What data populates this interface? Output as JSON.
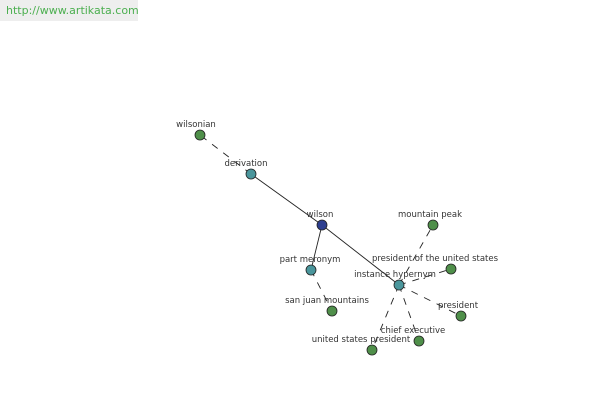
{
  "header": {
    "url": "http://www.artikata.com",
    "url_color": "#4caf50"
  },
  "colors": {
    "center": "#2d3e8f",
    "relation": "#4a969c",
    "leaf": "#4f8f4a"
  },
  "graph": {
    "nodes": [
      {
        "id": "wilson",
        "label": "wilson",
        "kind": "center"
      },
      {
        "id": "derivation",
        "label": "derivation",
        "kind": "relation"
      },
      {
        "id": "wilsonian",
        "label": "wilsonian",
        "kind": "leaf"
      },
      {
        "id": "part_meronym",
        "label": "part meronym",
        "kind": "relation"
      },
      {
        "id": "san_juan",
        "label": "san juan mountains",
        "kind": "leaf"
      },
      {
        "id": "instance_hypernym",
        "label": "instance hypernym",
        "kind": "relation"
      },
      {
        "id": "mountain_peak",
        "label": "mountain peak",
        "kind": "leaf"
      },
      {
        "id": "president_us",
        "label": "president of the united states",
        "kind": "leaf"
      },
      {
        "id": "president",
        "label": "president",
        "kind": "leaf"
      },
      {
        "id": "chief_executive",
        "label": "chief executive",
        "kind": "leaf"
      },
      {
        "id": "us_president",
        "label": "united states president",
        "kind": "leaf"
      }
    ],
    "edges": [
      {
        "from": "wilson",
        "to": "derivation",
        "style": "solid"
      },
      {
        "from": "wilson",
        "to": "part_meronym",
        "style": "solid"
      },
      {
        "from": "wilson",
        "to": "instance_hypernym",
        "style": "solid"
      },
      {
        "from": "derivation",
        "to": "wilsonian",
        "style": "dashed"
      },
      {
        "from": "part_meronym",
        "to": "san_juan",
        "style": "dashed"
      },
      {
        "from": "instance_hypernym",
        "to": "mountain_peak",
        "style": "dashed"
      },
      {
        "from": "instance_hypernym",
        "to": "president_us",
        "style": "dashed"
      },
      {
        "from": "instance_hypernym",
        "to": "president",
        "style": "dashed"
      },
      {
        "from": "instance_hypernym",
        "to": "chief_executive",
        "style": "dashed"
      },
      {
        "from": "instance_hypernym",
        "to": "us_president",
        "style": "dashed"
      }
    ]
  }
}
